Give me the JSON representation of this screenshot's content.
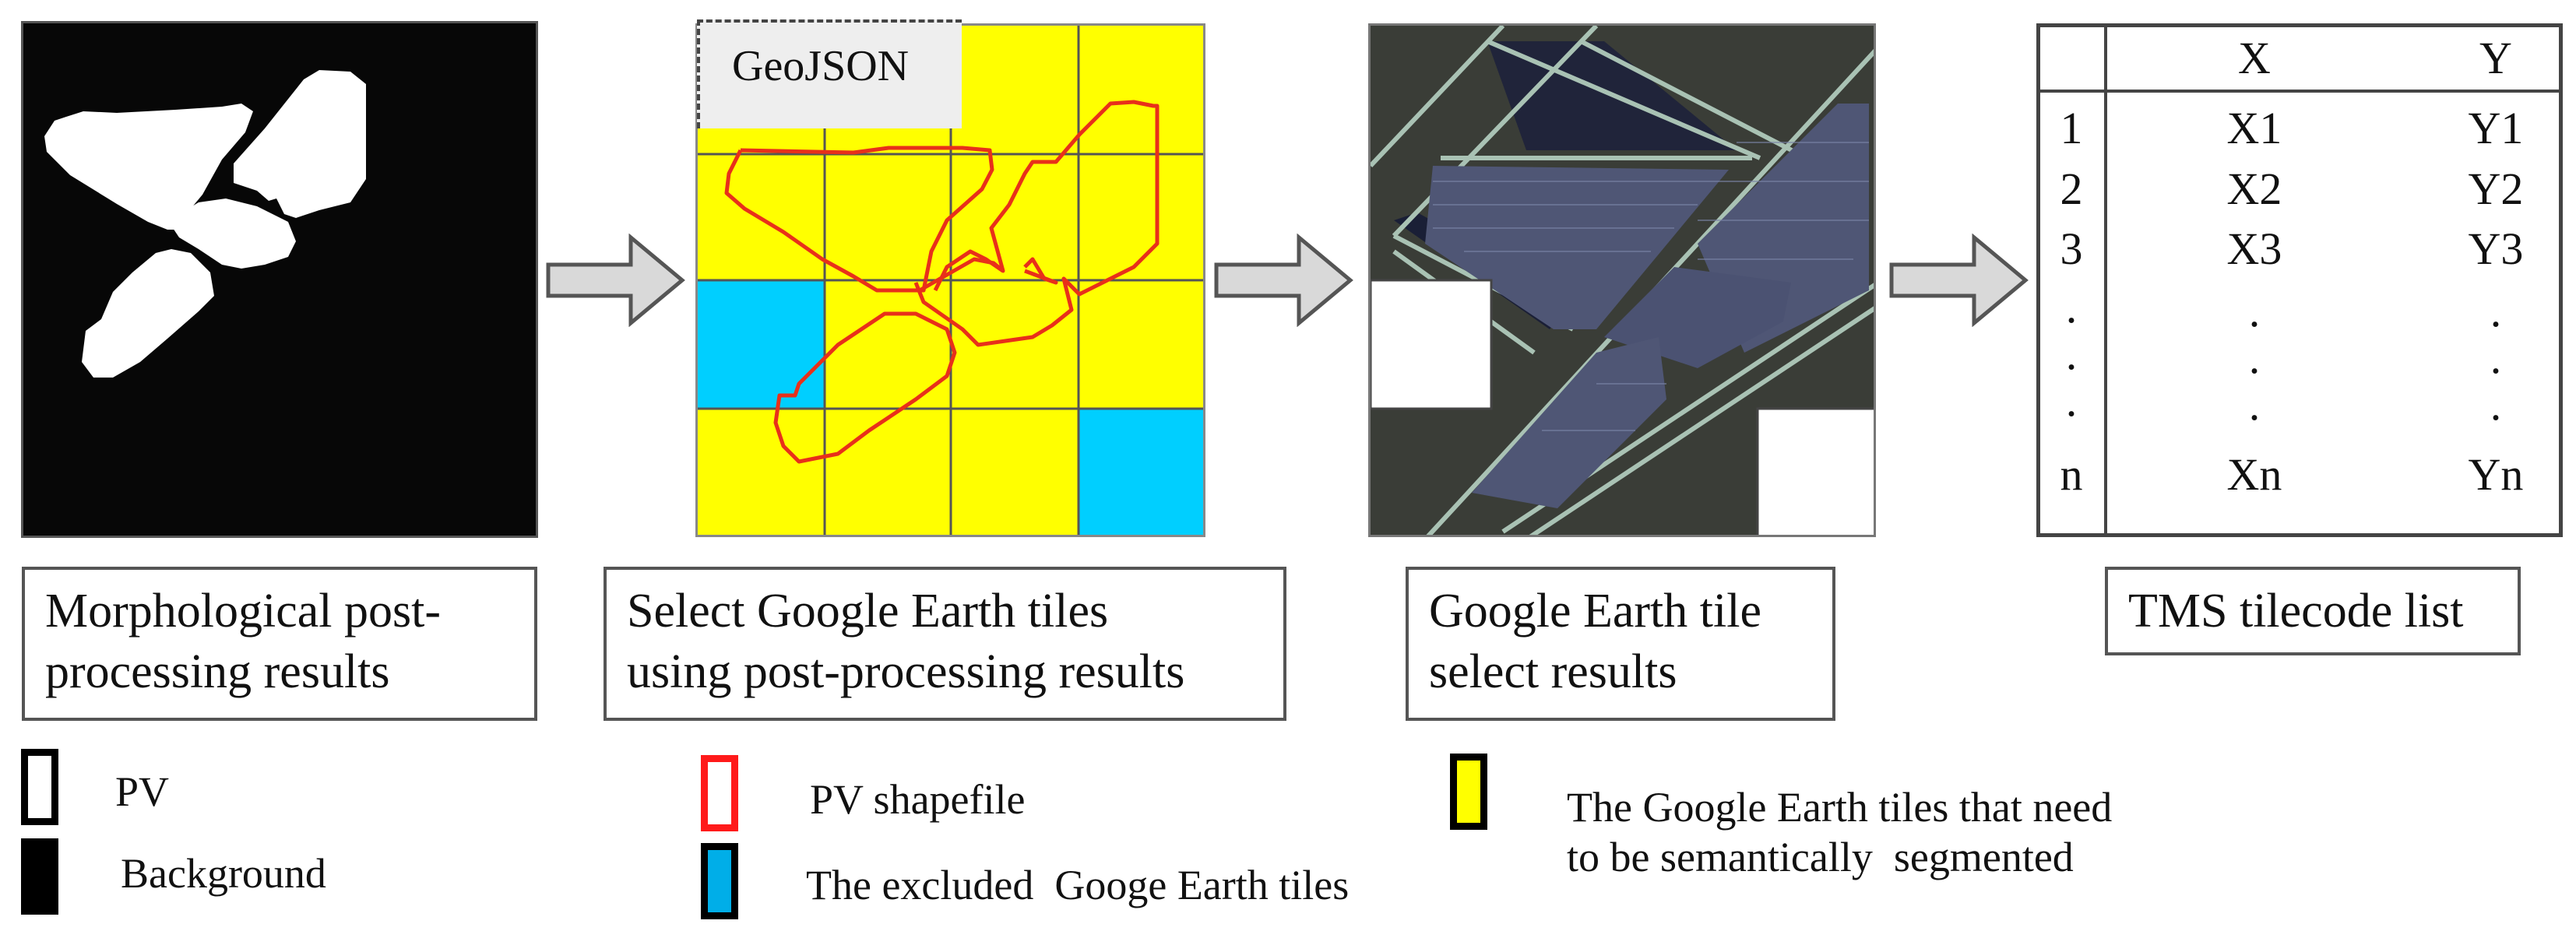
{
  "figure": {
    "panels": [
      {
        "id": "morphological",
        "kind": "binary-mask-image",
        "caption": [
          "Morphological post-",
          "processing results"
        ]
      },
      {
        "id": "tile-selection",
        "kind": "tile-grid",
        "overlay_label": "GeoJSON",
        "grid": {
          "rows": 4,
          "cols": 4,
          "excluded_cells": [
            [
              2,
              0
            ],
            [
              3,
              3
            ]
          ]
        },
        "caption": [
          "Select Google Earth tiles",
          "using post-processing results"
        ]
      },
      {
        "id": "ge-tiles",
        "kind": "satellite-image",
        "caption": [
          "Google Earth tile",
          "select results"
        ]
      },
      {
        "id": "tms-list",
        "kind": "table",
        "caption": [
          "TMS tilecode list"
        ]
      }
    ],
    "arrows": [
      "arrow-1",
      "arrow-2",
      "arrow-3"
    ],
    "table": {
      "headers": [
        "",
        "X",
        "Y"
      ],
      "rows": [
        [
          "1",
          "X1",
          "Y1"
        ],
        [
          "2",
          "X2",
          "Y2"
        ],
        [
          "3",
          "X3",
          "Y3"
        ],
        [
          ".",
          ".",
          "."
        ],
        [
          ".",
          ".",
          "."
        ],
        [
          ".",
          ".",
          "."
        ],
        [
          "n",
          "Xn",
          "Yn"
        ]
      ]
    },
    "legend": [
      {
        "swatch": "white-box-black-border",
        "label": "PV"
      },
      {
        "swatch": "black-box",
        "label": "Background"
      },
      {
        "swatch": "white-box-red-border",
        "label": "PV shapefile"
      },
      {
        "swatch": "blue-box-black-border",
        "label": "The excluded  Googe Earth tiles"
      },
      {
        "swatch": "yellow-box-black-border",
        "label": [
          "The Google Earth tiles that need",
          "to be semantically  segmented"
        ]
      }
    ],
    "colors": {
      "tile_yellow": "#ffff00",
      "tile_excluded": "#00cfff",
      "shapefile_red": "#e8301a",
      "legend_blue": "#00aee8",
      "arrow_fill": "#d9d9d9",
      "border": "#555555"
    }
  }
}
